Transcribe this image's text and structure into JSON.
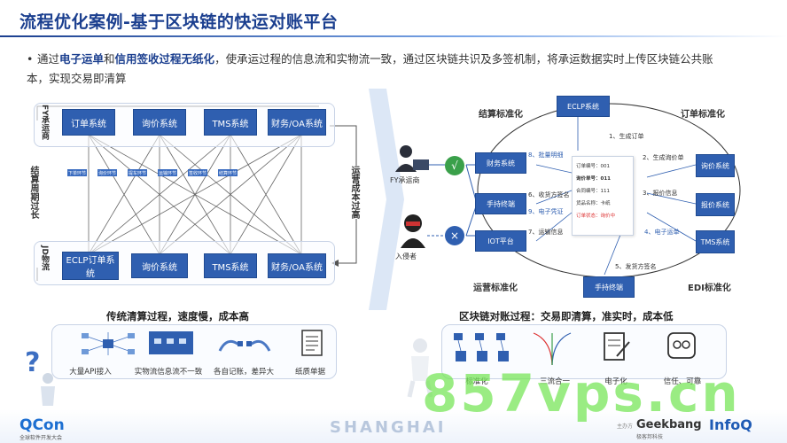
{
  "title": "流程优化案例-基于区块链的快运对账平台",
  "bullet": {
    "part1": "通过",
    "bold1": "电子运单",
    "part2": "和",
    "bold2": "信用签收过程无纸化",
    "part3": "，使承运过程的信息流和实物流一致，通过区块链共识及多签机制，将承运数据实时上传区块链公共账本，实现交易即清算"
  },
  "left": {
    "fy_label": "FY承运商",
    "jd_label": "JD物流",
    "side_left": "结算周期过长",
    "side_right": "运营成本过高",
    "top_row": [
      "订单系统",
      "询价系统",
      "TMS系统",
      "财务/OA系统"
    ],
    "bottom_row": [
      "ECLP订单系统",
      "询价系统",
      "TMS系统",
      "财务/OA系统"
    ],
    "mini_row": [
      "下单环节",
      "询价环节",
      "提车环节",
      "运输环节",
      "签收环节",
      "结算环节"
    ],
    "caption": "传统清算过程，速度慢，成本高",
    "bottom_items": [
      "大量API接入",
      "实物流信息流不一致",
      "各自记账，差异大",
      "纸质单据"
    ]
  },
  "right": {
    "label_settle": "结算标准化",
    "label_order": "订单标准化",
    "label_ops": "运营标准化",
    "label_edi": "EDI标准化",
    "eclp": "ECLP系统",
    "finance": "财务系统",
    "handheld_left": "手持终端",
    "iot": "IOT平台",
    "inquiry": "询价系统",
    "quote": "报价系统",
    "tms": "TMS系统",
    "handheld_bottom": "手持终端",
    "fy_label": "FY承运商",
    "intruder": "入侵者",
    "check": "√",
    "cross": "×",
    "step1": "1、生成订单",
    "step2": "2、生成询价单",
    "step3": "3、报价信息",
    "step4": "4、电子运单",
    "step5": "5、发货方签名",
    "step6": "6、收货方签名",
    "step7": "7、运输信息",
    "step8": "8、批量明细",
    "step9": "9、电子凭证",
    "ledger": [
      "订单编号：001",
      "询价单号：011",
      "合同编号：111",
      "货品名称：卡纸",
      "订单状态：询价中"
    ],
    "caption": "区块链对账过程：交易即清算，准实时，成本低",
    "bottom_items": [
      "标准化",
      "三流合一",
      "电子化",
      "信任、可靠"
    ]
  },
  "footer": {
    "watermark": "857vps.cn",
    "city": "SHANGHAI",
    "qcon": "QCon",
    "qcon_sub": "全球软件开发大会",
    "host": "主办方",
    "geek": "Geekbang",
    "geek_sub": "极客邦科技",
    "infoq": "InfoQ"
  }
}
